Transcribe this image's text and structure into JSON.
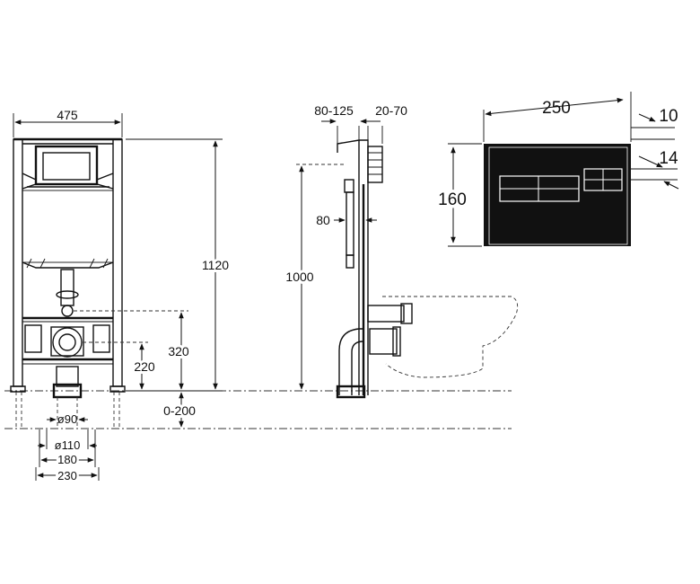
{
  "front_view": {
    "width": "475",
    "height": "1120",
    "outlet_height": "320",
    "inlet_height": "220",
    "floor_adjust": "0-200",
    "pipe_d1": "ø90",
    "pipe_d2": "ø110",
    "width_180": "180",
    "width_230": "230"
  },
  "side_view": {
    "depth_range_1": "80-125",
    "depth_range_2": "20-70",
    "offset": "80",
    "height": "1000"
  },
  "plate": {
    "width": "250",
    "height": "160",
    "thickness": "10",
    "projection": "14"
  }
}
